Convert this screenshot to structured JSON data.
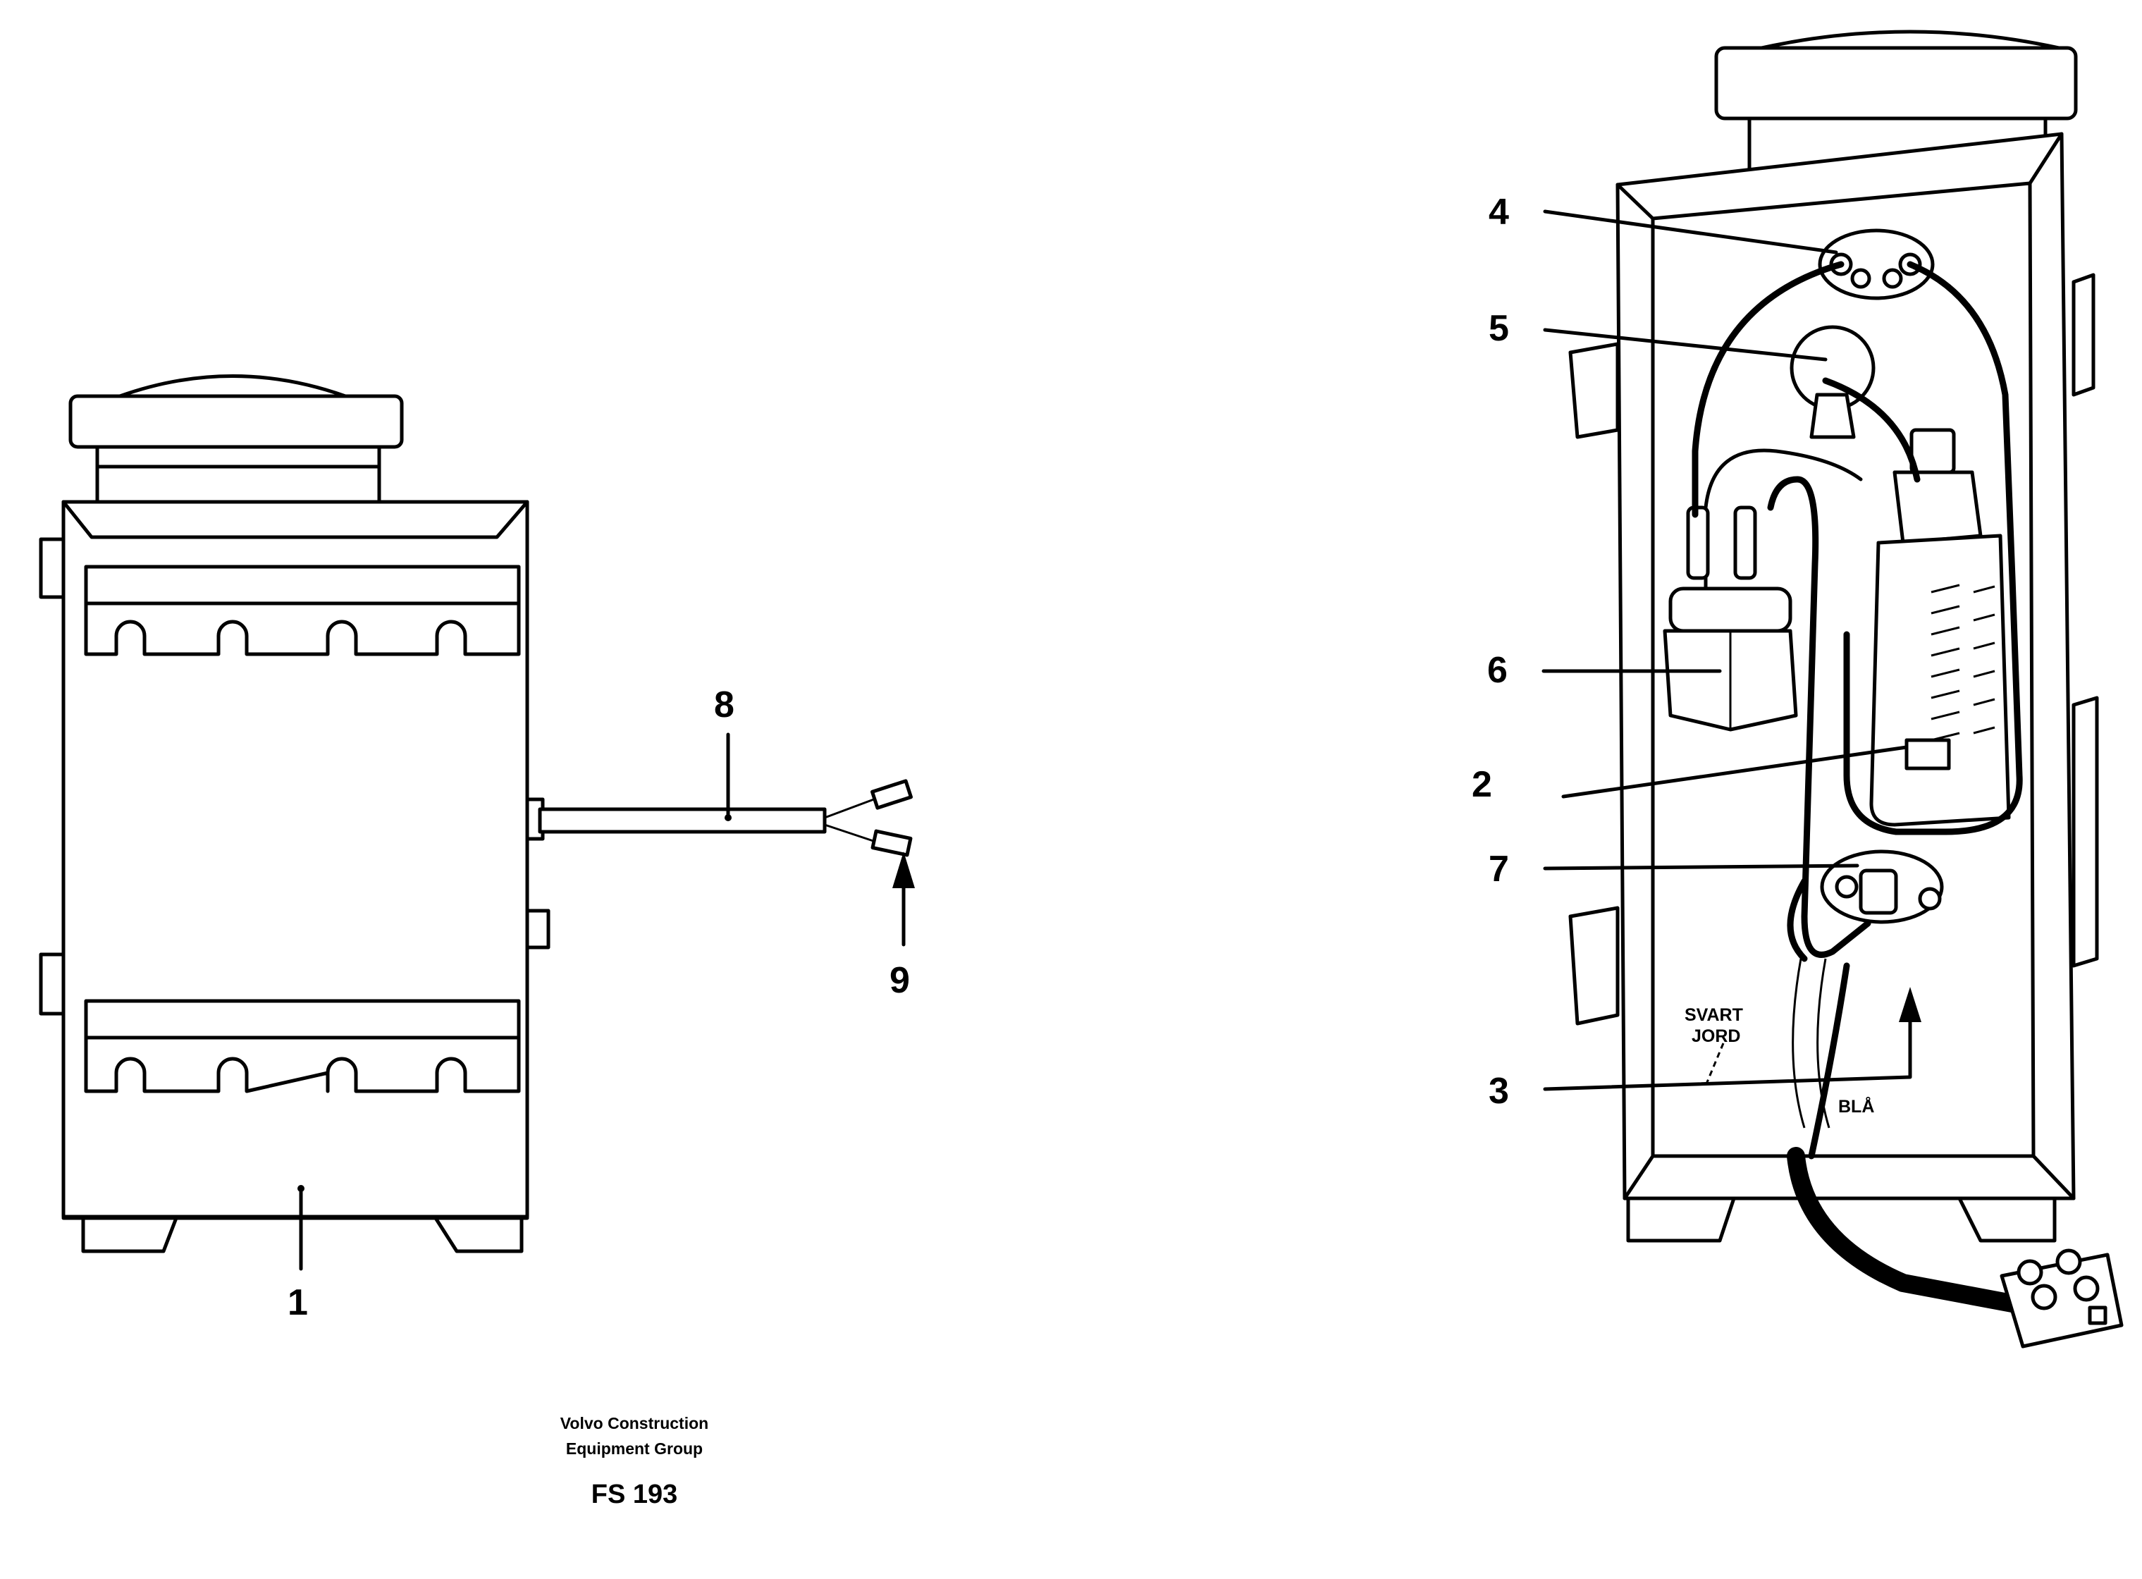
{
  "callouts": {
    "c1": "1",
    "c2": "2",
    "c3": "3",
    "c4": "4",
    "c5": "5",
    "c6": "6",
    "c7": "7",
    "c8": "8",
    "c9": "9"
  },
  "wire_labels": {
    "svart": "SVART",
    "jord": "JORD",
    "bla": "BLÅ"
  },
  "footer": {
    "line1": "Volvo Construction",
    "line2": "Equipment Group",
    "code": "FS 193"
  }
}
